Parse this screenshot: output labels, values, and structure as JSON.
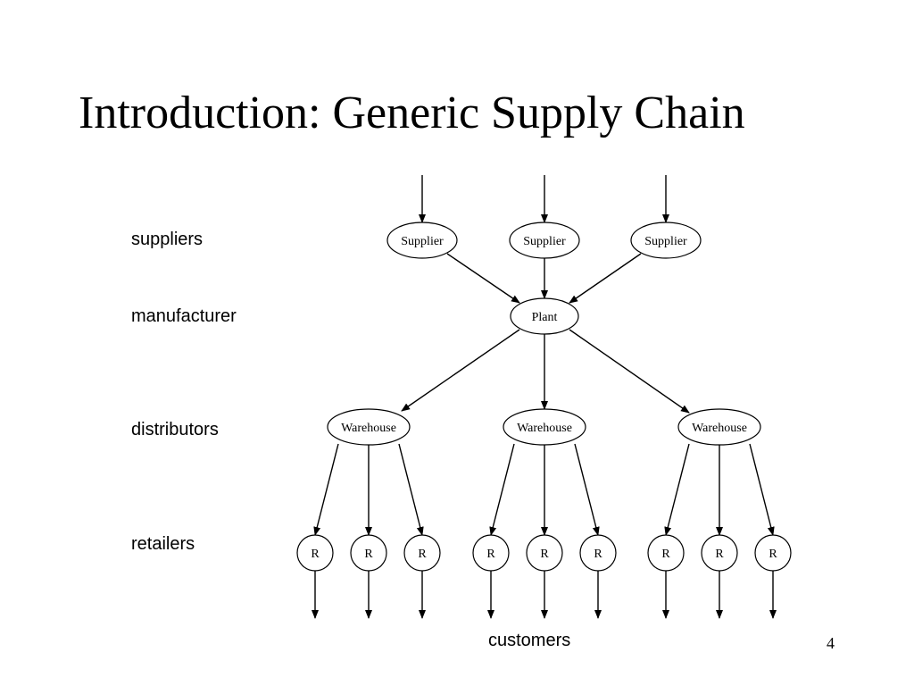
{
  "slide": {
    "title": "Introduction: Generic Supply Chain",
    "page_number": "4"
  },
  "tiers": {
    "suppliers": "suppliers",
    "manufacturer": "manufacturer",
    "distributors": "distributors",
    "retailers": "retailers",
    "customers": "customers"
  },
  "diagram": {
    "suppliers": [
      {
        "label": "Supplier"
      },
      {
        "label": "Supplier"
      },
      {
        "label": "Supplier"
      }
    ],
    "plant": {
      "label": "Plant"
    },
    "warehouses": [
      {
        "label": "Warehouse",
        "retailers": [
          "R",
          "R",
          "R"
        ]
      },
      {
        "label": "Warehouse",
        "retailers": [
          "R",
          "R",
          "R"
        ]
      },
      {
        "label": "Warehouse",
        "retailers": [
          "R",
          "R",
          "R"
        ]
      }
    ],
    "line_color": "#000000",
    "node_fill": "#ffffff"
  }
}
